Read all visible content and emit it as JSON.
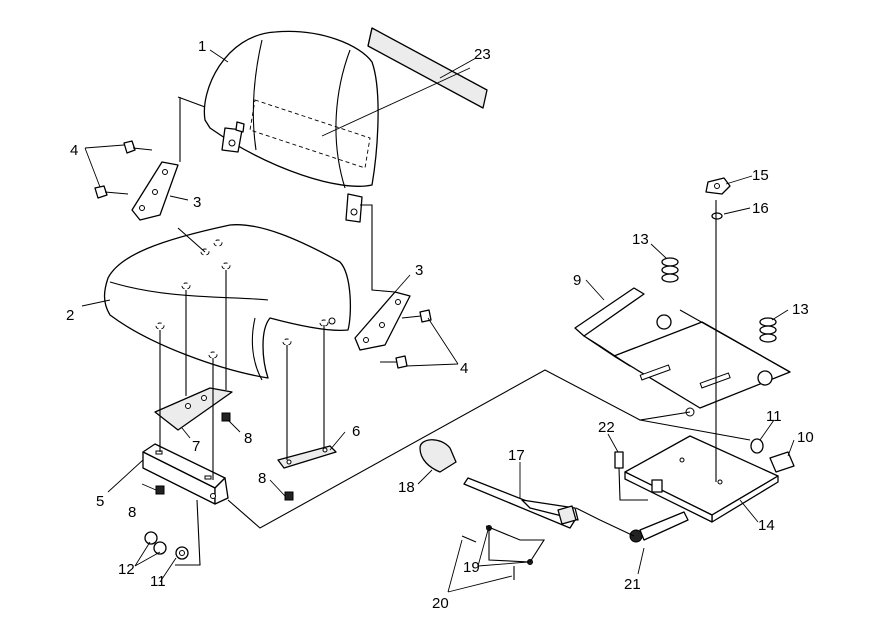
{
  "diagram": {
    "callouts": [
      "1",
      "2",
      "3",
      "3",
      "4",
      "4",
      "5",
      "6",
      "7",
      "8",
      "8",
      "8",
      "9",
      "10",
      "11",
      "11",
      "12",
      "13",
      "13",
      "14",
      "15",
      "16",
      "17",
      "18",
      "19",
      "20",
      "21",
      "22",
      "23"
    ]
  },
  "colors": {
    "line": "#000000",
    "background": "#ffffff"
  }
}
